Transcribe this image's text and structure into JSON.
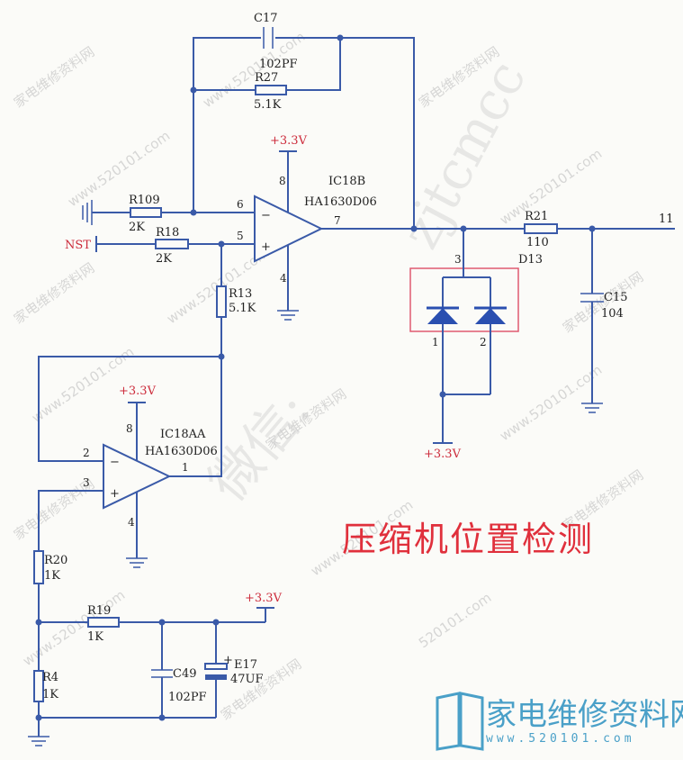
{
  "title": "压缩机位置检测",
  "supply_label": "+3.3V",
  "nets": {
    "nst": "NST",
    "out": "11"
  },
  "opamps": {
    "ic18b": {
      "ref": "IC18B",
      "part": "HA1630D06",
      "pin_inv": "6",
      "pin_noninv": "5",
      "pin_out": "7",
      "pin_vcc": "8",
      "pin_gnd": "4"
    },
    "ic18aa": {
      "ref": "IC18AA",
      "part": "HA1630D06",
      "pin_inv": "2",
      "pin_noninv": "3",
      "pin_out": "1",
      "pin_vcc": "8",
      "pin_gnd": "4"
    }
  },
  "components": {
    "c17": {
      "ref": "C17",
      "value": "102PF"
    },
    "r27": {
      "ref": "R27",
      "value": "5.1K"
    },
    "r109": {
      "ref": "R109",
      "value": "2K"
    },
    "r18": {
      "ref": "R18",
      "value": "2K"
    },
    "r13": {
      "ref": "R13",
      "value": "5.1K"
    },
    "r21": {
      "ref": "R21",
      "value": "110"
    },
    "d13": {
      "ref": "D13",
      "pin_common": "3",
      "pin_a": "1",
      "pin_b": "2"
    },
    "c15": {
      "ref": "C15",
      "value": "104"
    },
    "r20": {
      "ref": "R20",
      "value": "1K"
    },
    "r19": {
      "ref": "R19",
      "value": "1K"
    },
    "r4": {
      "ref": "R4",
      "value": "1K"
    },
    "c49": {
      "ref": "C49",
      "value": "102PF"
    },
    "e17": {
      "ref": "E17",
      "value": "47UF",
      "polarity": "+"
    }
  },
  "symbols": {
    "minus": "−",
    "plus": "+"
  },
  "watermarks": {
    "site": "www.520101.com",
    "site_short": "520101.com",
    "cn": "家电维修资料网",
    "diag": "zjtcmcc",
    "wechat": "微信:"
  },
  "logo": {
    "text": "家电维修资料网",
    "sub": "www.520101.com"
  }
}
